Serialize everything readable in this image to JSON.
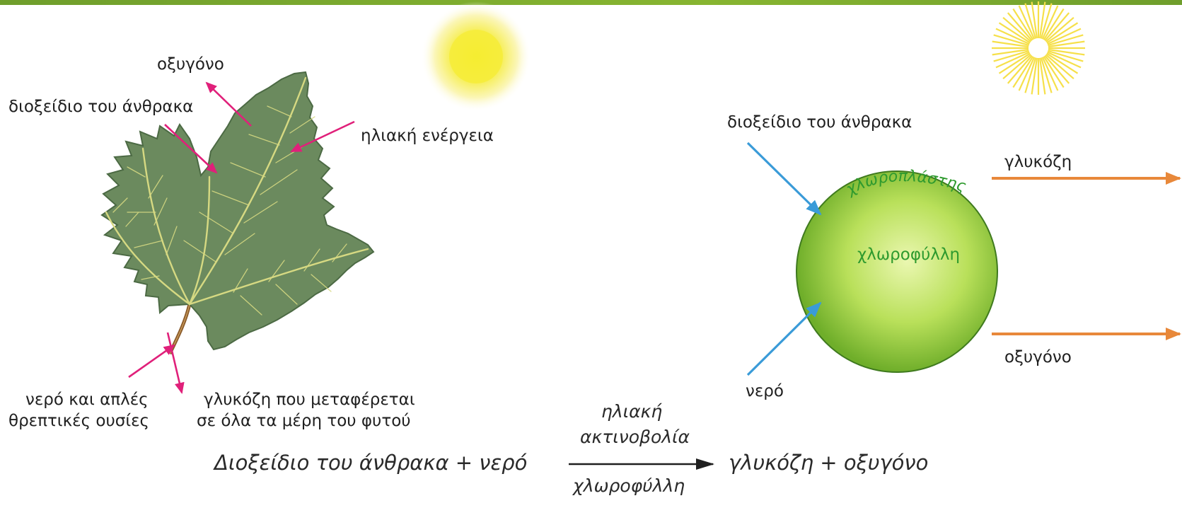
{
  "colors": {
    "top_bar": "#7aa82e",
    "leaf_fill": "#6b8a5e",
    "leaf_vein": "#d6d982",
    "pink_arrow": "#e0207a",
    "blue_arrow": "#3a9bd8",
    "orange_arrow": "#e8883a",
    "chloroplast_fill": "#b8e05a",
    "chloroplast_text": "#2e9a2e",
    "sun": "#f6e84a"
  },
  "icons": [
    "sun-icon",
    "sun-rays-icon",
    "leaf-icon",
    "chloroplast-icon"
  ],
  "leaf_labels": {
    "oxygen": "οξυγόνο",
    "carbon_dioxide": "διοξείδιο του άνθρακα",
    "solar_energy": "ηλιακή ενέργεια",
    "water_nutrients_line1": "νερό και απλές",
    "water_nutrients_line2": "θρεπτικές ουσίες",
    "glucose_transport_line1": "γλυκόζη που μεταφέρεται",
    "glucose_transport_line2": "σε όλα τα μέρη του φυτού"
  },
  "chloroplast_labels": {
    "carbon_dioxide": "διοξείδιο του άνθρακα",
    "chloroplast": "χλωροπλάστης",
    "chlorophyll": "χλωροφύλλη",
    "glucose": "γλυκόζη",
    "oxygen": "οξυγόνο",
    "water": "νερό"
  },
  "equation": {
    "reactants": "Διοξείδιο του άνθρακα + νερό",
    "condition_top_1": "ηλιακή",
    "condition_top_2": "ακτινοβολία",
    "condition_bottom": "χλωροφύλλη",
    "products": "γλυκόζη + οξυγόνο"
  }
}
